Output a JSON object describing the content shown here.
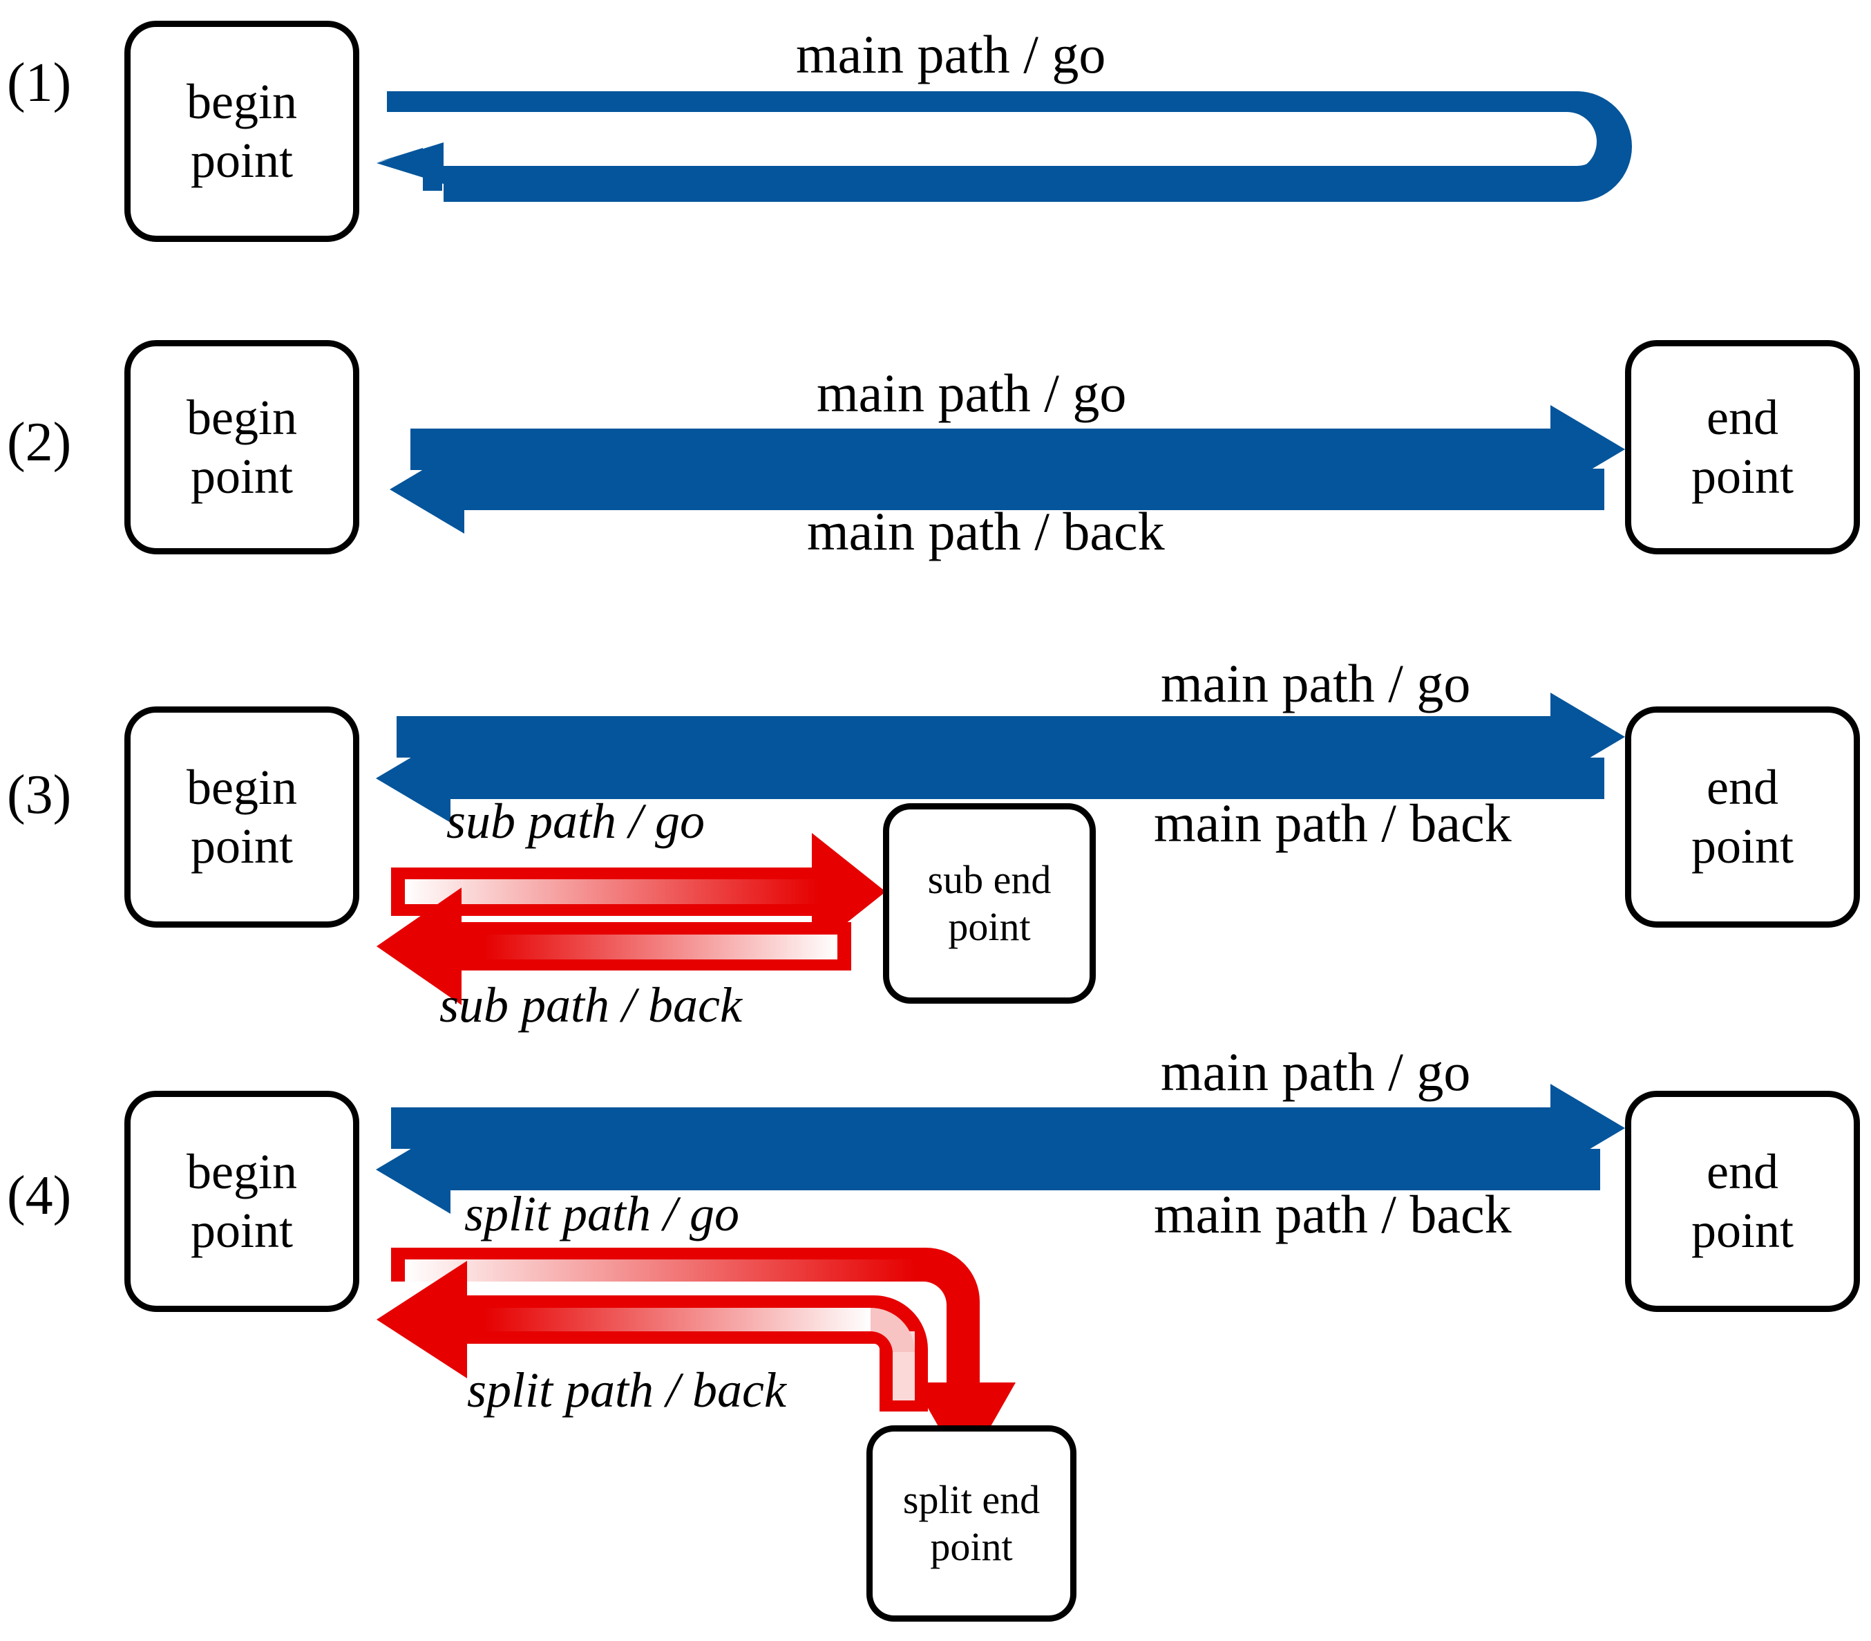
{
  "figure": {
    "title": "path traversal diagram",
    "colors": {
      "main_path_blue": "#04559B",
      "sub_path_red": "#E60000",
      "node_border": "#000000",
      "background": "#FFFFFF"
    }
  },
  "rows": [
    {
      "index_label": "(1)",
      "nodes": {
        "begin": "begin\npoint"
      },
      "edges": [
        {
          "label": "main path / go",
          "style": "upright",
          "color": "blue"
        }
      ]
    },
    {
      "index_label": "(2)",
      "nodes": {
        "begin": "begin\npoint",
        "end": "end\npoint"
      },
      "edges": [
        {
          "label": "main path / go",
          "style": "upright",
          "color": "blue"
        },
        {
          "label": "main path / back",
          "style": "upright",
          "color": "blue"
        }
      ]
    },
    {
      "index_label": "(3)",
      "nodes": {
        "begin": "begin\npoint",
        "end": "end\npoint",
        "sub_end": "sub end\npoint"
      },
      "edges": [
        {
          "label": "main path / go",
          "style": "upright",
          "color": "blue"
        },
        {
          "label": "main path / back",
          "style": "upright",
          "color": "blue"
        },
        {
          "label": "sub path / go",
          "style": "italic",
          "color": "red"
        },
        {
          "label": "sub path / back",
          "style": "italic",
          "color": "red"
        }
      ]
    },
    {
      "index_label": "(4)",
      "nodes": {
        "begin": "begin\npoint",
        "end": "end\npoint",
        "split_end": "split end\npoint"
      },
      "edges": [
        {
          "label": "main path / go",
          "style": "upright",
          "color": "blue"
        },
        {
          "label": "main path / back",
          "style": "upright",
          "color": "blue"
        },
        {
          "label": "split path / go",
          "style": "italic",
          "color": "red"
        },
        {
          "label": "split path / back",
          "style": "italic",
          "color": "red"
        }
      ]
    }
  ],
  "row1": {
    "index": "(1)",
    "begin_line1": "begin",
    "begin_line2": "point",
    "label_go": "main path / go"
  },
  "row2": {
    "index": "(2)",
    "begin_line1": "begin",
    "begin_line2": "point",
    "end_line1": "end",
    "end_line2": "point",
    "label_go": "main path / go",
    "label_back": "main path / back"
  },
  "row3": {
    "index": "(3)",
    "begin_line1": "begin",
    "begin_line2": "point",
    "end_line1": "end",
    "end_line2": "point",
    "subend_line1": "sub end",
    "subend_line2": "point",
    "label_go": "main path / go",
    "label_back": "main path / back",
    "label_sub_go": "sub path / go",
    "label_sub_back": "sub path / back"
  },
  "row4": {
    "index": "(4)",
    "begin_line1": "begin",
    "begin_line2": "point",
    "end_line1": "end",
    "end_line2": "point",
    "splitend_line1": "split end",
    "splitend_line2": "point",
    "label_go": "main path / go",
    "label_back": "main path / back",
    "label_split_go": "split path / go",
    "label_split_back": "split path / back"
  }
}
